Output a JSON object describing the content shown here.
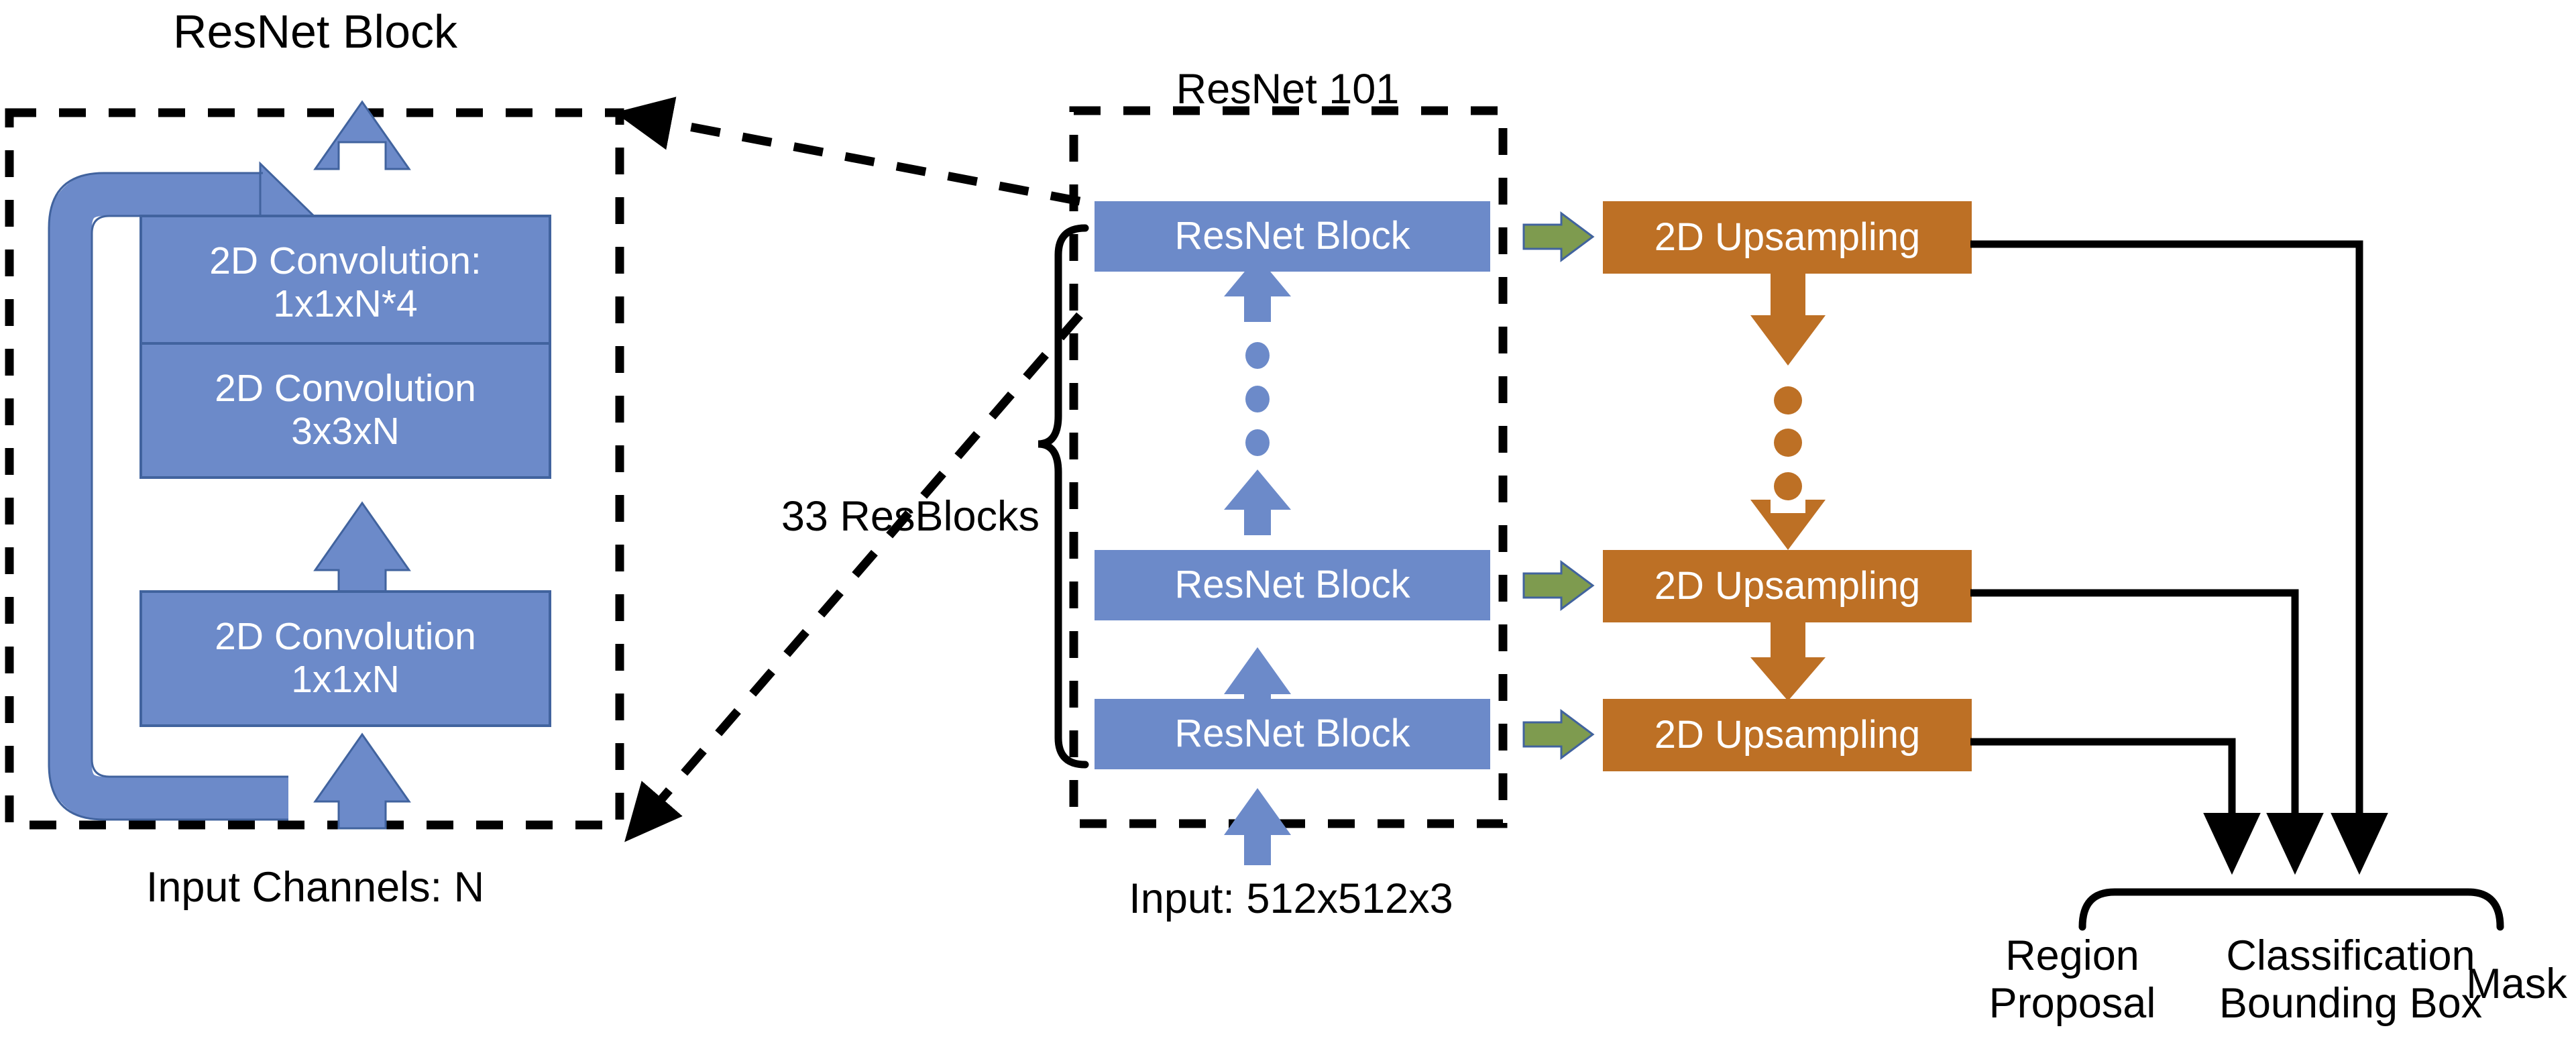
{
  "diagram": {
    "title_resnet_block": "ResNet Block",
    "title_resnet101": "ResNet 101",
    "caption_input_channels": "Input Channels: N",
    "caption_input_size": "Input: 512x512x3",
    "brace_label": "33 ResBlocks"
  },
  "resnet_block_detail": {
    "layers": [
      {
        "label": "2D Convolution:\n1x1xN*4"
      },
      {
        "label": "2D Convolution\n3x3xN"
      },
      {
        "label": "2D Convolution\n1x1xN"
      }
    ]
  },
  "backbone": {
    "blocks": [
      {
        "label": "ResNet Block"
      },
      {
        "label": "ResNet Block"
      },
      {
        "label": "ResNet Block"
      }
    ],
    "ellipsis_dots": 3
  },
  "fpn": {
    "blocks": [
      {
        "label": "2D Upsampling"
      },
      {
        "label": "2D Upsampling"
      },
      {
        "label": "2D Upsampling"
      }
    ],
    "ellipsis_dots": 3
  },
  "outputs": [
    {
      "label": "Region\nProposal"
    },
    {
      "label": "Classification\nBounding Box"
    },
    {
      "label": "Mask"
    }
  ],
  "colors": {
    "block_blue_fill": "#6C8AC9",
    "block_blue_stroke": "#41639E",
    "upsample_orange": "#BD7025",
    "arrow_green_fill": "#7E9B4F",
    "arrow_green_stroke": "#41639E",
    "line_black": "#000000",
    "text_white": "#FFFFFF",
    "text_black": "#000000"
  }
}
